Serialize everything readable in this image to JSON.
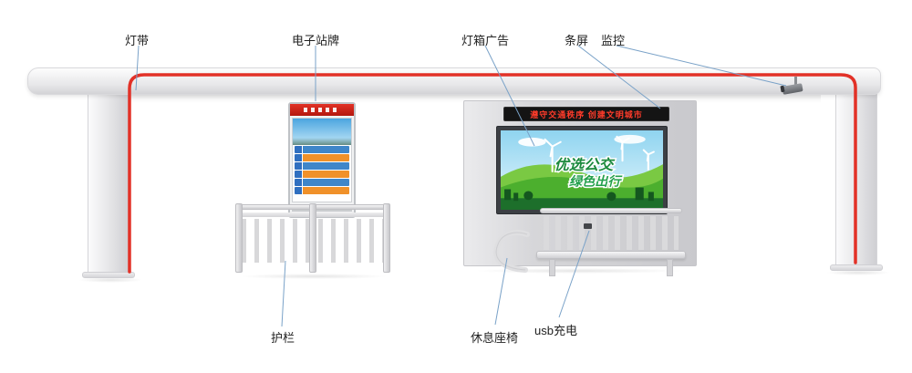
{
  "diagram": {
    "labels": {
      "light_strip": "灯带",
      "electronic_sign": "电子站牌",
      "lightbox_ad": "灯箱广告",
      "strip_screen": "条屏",
      "monitor": "监控",
      "guardrail": "护栏",
      "bench": "休息座椅",
      "usb_charging": "usb充电"
    },
    "station": {
      "led_text": "遵守交通秩序 创建文明城市",
      "ad_slogan_1": "优选公交",
      "ad_slogan_2": "绿色出行"
    },
    "colors": {
      "accent_red": "#e23127",
      "led_text_red": "#ff3b2a",
      "ad_green": "#1c8a3e",
      "leader_line": "#7aa2c8"
    }
  }
}
